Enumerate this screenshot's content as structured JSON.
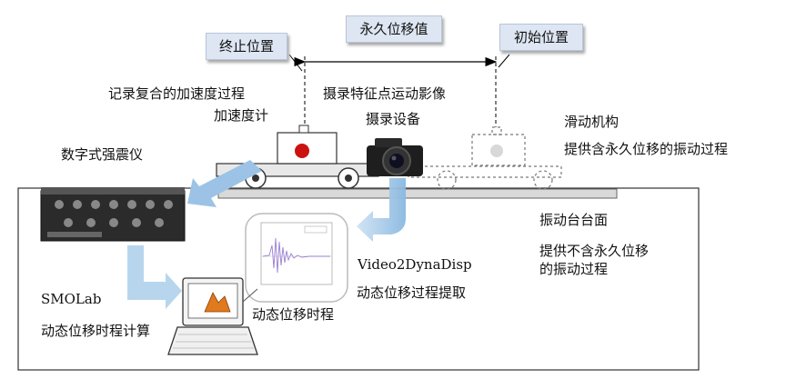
{
  "labels": {
    "end_position": "终止位置",
    "permanent_value": "永久位移值",
    "initial_position": "初始位置",
    "record_composite": "记录复合的加速度过程",
    "accelerometer": "加速度计",
    "capture_motion": "摄录特征点运动影像",
    "camera_device": "摄录设备",
    "slide_mechanism": "滑动机构",
    "provide_with_permanent": "提供含永久位移的振动过程",
    "digital_seismograph": "数字式强震仪",
    "table_surface": "振动台台面",
    "provide_without_permanent_1": "提供不含永久位移",
    "provide_without_permanent_2": "的振动过程",
    "video2dynadisp": "Video2DynaDisp",
    "extract_process": "动态位移过程提取",
    "smolab": "SMOLab",
    "compute_history": "动态位移时程计算",
    "disp_history": "动态位移时程"
  },
  "colors": {
    "arrow_blue": "#9cc3e6",
    "tag_bg": "#dde6f2",
    "cart_red": "#cc1111"
  }
}
